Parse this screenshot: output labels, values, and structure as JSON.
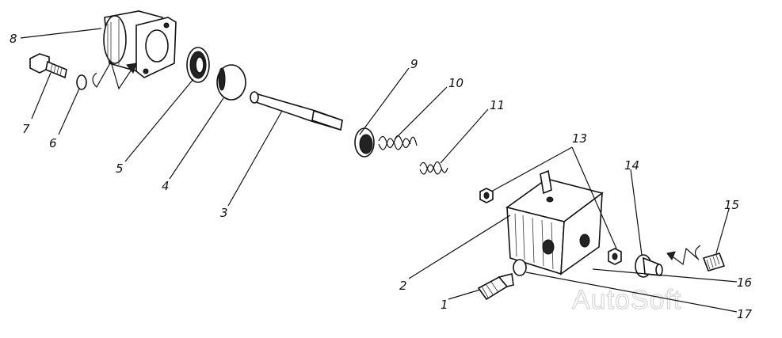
{
  "labels": {
    "l1": "1",
    "l2": "2",
    "l3": "3",
    "l4": "4",
    "l5": "5",
    "l6": "6",
    "l7": "7",
    "l8": "8",
    "l9": "9",
    "l10": "10",
    "l11": "11",
    "l12": "13",
    "l14": "14",
    "l15": "15",
    "l16": "16",
    "l17": "17"
  },
  "watermark": "AutoSoft"
}
